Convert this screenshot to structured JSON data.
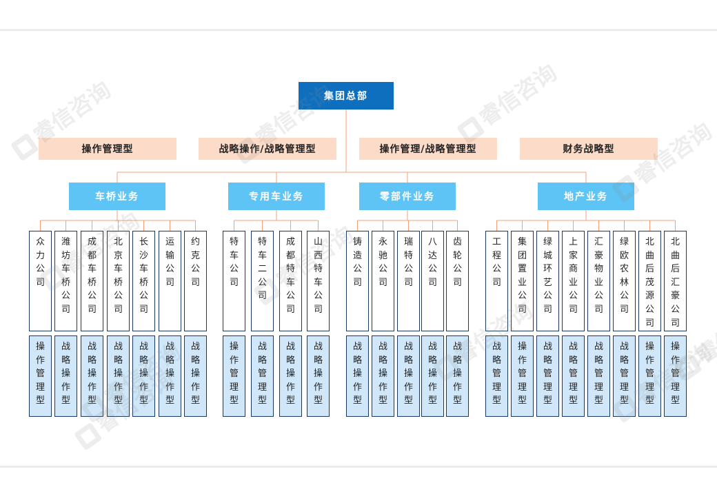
{
  "headquarters": "集团总部",
  "type_labels": [
    "操作管理型",
    "战略操作/战略管理型",
    "操作管理/战略管理型",
    "财务战略型"
  ],
  "watermark": "睿信咨询",
  "divisions": [
    {
      "name": "车桥业务",
      "companies": [
        {
          "name": "众力公司",
          "mgmt": "操作管理型"
        },
        {
          "name": "潍坊车桥公司",
          "mgmt": "战略操作型"
        },
        {
          "name": "成都车桥公司",
          "mgmt": "战略操作型"
        },
        {
          "name": "北京车桥公司",
          "mgmt": "战略操作型"
        },
        {
          "name": "长沙车桥公司",
          "mgmt": "战略操作型"
        },
        {
          "name": "运输公司",
          "mgmt": "战略操作型"
        },
        {
          "name": "约克公司",
          "mgmt": "战略操作型"
        }
      ]
    },
    {
      "name": "专用车业务",
      "companies": [
        {
          "name": "特车公司",
          "mgmt": "操作管理型"
        },
        {
          "name": "特车二公司",
          "mgmt": "战略管理型"
        },
        {
          "name": "成都特车公司",
          "mgmt": "战略操作型"
        },
        {
          "name": "山西特车公司",
          "mgmt": "战略操作型"
        }
      ]
    },
    {
      "name": "零部件业务",
      "companies": [
        {
          "name": "铸造公司",
          "mgmt": "战略操作型"
        },
        {
          "name": "永驰公司",
          "mgmt": "战略操作型"
        },
        {
          "name": "瑞特公司",
          "mgmt": "战略操作型"
        },
        {
          "name": "八达公司",
          "mgmt": "战略操作型"
        },
        {
          "name": "齿轮公司",
          "mgmt": "战略操作型"
        }
      ]
    },
    {
      "name": "地产业务",
      "companies": [
        {
          "name": "工程公司",
          "mgmt": "战略管理型"
        },
        {
          "name": "集团置业公司",
          "mgmt": "操作管理型"
        },
        {
          "name": "绿城环艺公司",
          "mgmt": "战略管理型"
        },
        {
          "name": "上家商业公司",
          "mgmt": "战略管理型"
        },
        {
          "name": "汇豪物业公司",
          "mgmt": "战略管理型"
        },
        {
          "name": "绿欧农林公司",
          "mgmt": "战略管理型"
        },
        {
          "name": "北曲后茂源公司",
          "mgmt": "操作管理型"
        },
        {
          "name": "北曲后汇豪公司",
          "mgmt": "操作管理型"
        }
      ]
    }
  ],
  "colors": {
    "headquarters": "#0e6fbe",
    "type_label_bg": "#fcdcc9",
    "division_bg": "#5ec3f5",
    "mgmt_bg": "#cfe7f9",
    "connector": "#f4a07a",
    "box_border": "#17375e"
  }
}
